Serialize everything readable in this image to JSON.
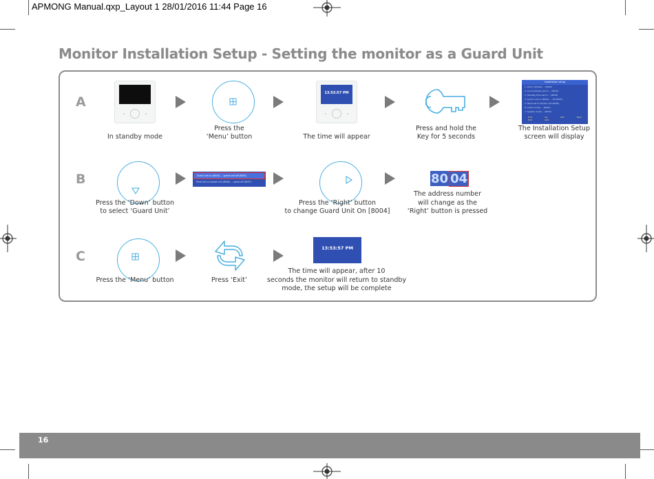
{
  "slug": "APMONG Manual.qxp_Layout 1  28/01/2016  11:44  Page 16",
  "title": "Monitor Installation Setup - Setting the monitor as a Guard Unit",
  "rows": {
    "a": {
      "label": "A",
      "caption1": "In standby mode",
      "caption2_l1": "Press the",
      "caption2_l2": "‘Menu’ button",
      "caption3": "The time will appear",
      "caption4_l1": "Press and hold the",
      "caption4_l2": "Key for 5 seconds",
      "caption5_l1": "The Installation Setup",
      "caption5_l2": "screen will display"
    },
    "b": {
      "label": "B",
      "caption1_l1": "Press the ‘Down’ button",
      "caption1_l2": "to select ‘Guard Unit’",
      "caption3_l1": "Press the ‘Right’ button",
      "caption3_l2": "to change Guard Unit On [8004]",
      "caption4_l1": "The address number",
      "caption4_l2": "will change as the",
      "caption4_l3": "‘Right’ button is pressed",
      "address_prefix": "80",
      "address_suffix": "04",
      "menu_line1": "Guard unit on (8004) ... guard unit off (8005)",
      "menu_line2": "Panel set to answer call (8006) ... panel off (8007)"
    },
    "c": {
      "label": "C",
      "caption1": "Press the ‘Menu’ button",
      "caption2": "Press ‘Exit’",
      "caption3_l1": "The time will appear, after 10",
      "caption3_l2": "seconds the monitor will return to standby",
      "caption3_l3": "mode, the setup will be complete"
    }
  },
  "screen": {
    "time": "13:53:57 PM",
    "setup_title": "Installation setup",
    "setup_items": [
      "1.  Room address ... (0000)",
      "2.  Local address set on ... (8010)",
      "3.  Standby time set to ... (8020)",
      "4.  Guard unit on (8004) ... off (8005)",
      "5.  Panel set to answer call (8006)",
      "6.  Indoor mode ... (8031)",
      "7.  System mode ... (8032)"
    ],
    "setup_footer": [
      "Exit",
      "Up",
      "Left",
      "Next",
      "Exit",
      "Add"
    ]
  },
  "page_number": "16",
  "colors": {
    "accent_blue": "#4aaee0",
    "screen_blue": "#2f4fb2",
    "title_gray": "#8a8a8a",
    "highlight_red": "#e0322b"
  }
}
